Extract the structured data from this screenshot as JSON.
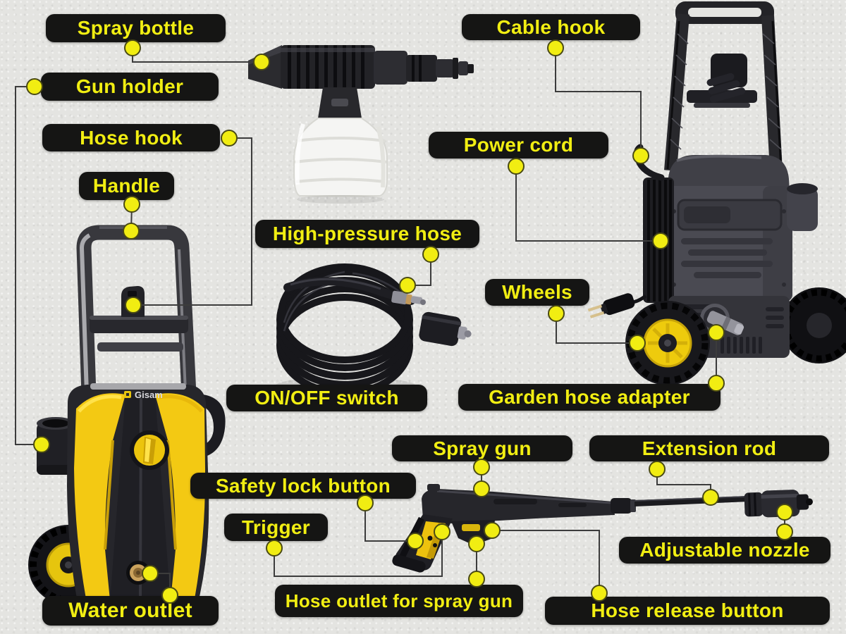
{
  "brand": {
    "logo_text": "Gisam"
  },
  "colors": {
    "background": "#e4e4e1",
    "label_background": "#151514",
    "label_text": "#f1ee12",
    "callout_line": "#3c3c3c",
    "callout_dot": "#f1ed12",
    "machine_yellow": "#f3c913",
    "wheel_hub_yellow": "#eecb0d",
    "dark_plastic": "#26262a",
    "brass_fitting": "#caa25c"
  },
  "labels": [
    {
      "id": "spray-bottle",
      "text": "Spray bottle"
    },
    {
      "id": "gun-holder",
      "text": "Gun holder"
    },
    {
      "id": "hose-hook",
      "text": "Hose hook"
    },
    {
      "id": "handle",
      "text": "Handle"
    },
    {
      "id": "cable-hook",
      "text": "Cable hook"
    },
    {
      "id": "power-cord",
      "text": "Power cord"
    },
    {
      "id": "high-pressure-hose",
      "text": "High-pressure hose"
    },
    {
      "id": "wheels",
      "text": "Wheels"
    },
    {
      "id": "on-off-switch",
      "text": "ON/OFF switch"
    },
    {
      "id": "garden-hose-adapter",
      "text": "Garden hose adapter"
    },
    {
      "id": "spray-gun",
      "text": "Spray gun"
    },
    {
      "id": "extension-rod",
      "text": "Extension rod"
    },
    {
      "id": "safety-lock-button",
      "text": "Safety lock button"
    },
    {
      "id": "trigger",
      "text": "Trigger"
    },
    {
      "id": "adjustable-nozzle",
      "text": "Adjustable nozzle"
    },
    {
      "id": "water-outlet",
      "text": "Water outlet"
    },
    {
      "id": "hose-outlet-for-spray-gun",
      "text": "Hose outlet for spray gun"
    },
    {
      "id": "hose-release-button",
      "text": "Hose release button"
    }
  ]
}
